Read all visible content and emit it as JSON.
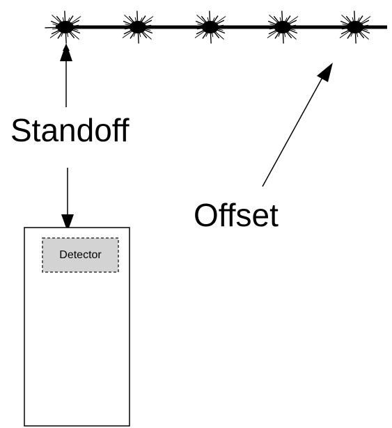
{
  "labels": {
    "standoff": "Standoff",
    "offset": "Offset",
    "detector": "Detector"
  },
  "colors": {
    "background": "#ffffff",
    "ink": "#000000",
    "detector_fill": "#d3d3d3",
    "detector_border": "#333333"
  },
  "elements": {
    "sources": 5
  }
}
